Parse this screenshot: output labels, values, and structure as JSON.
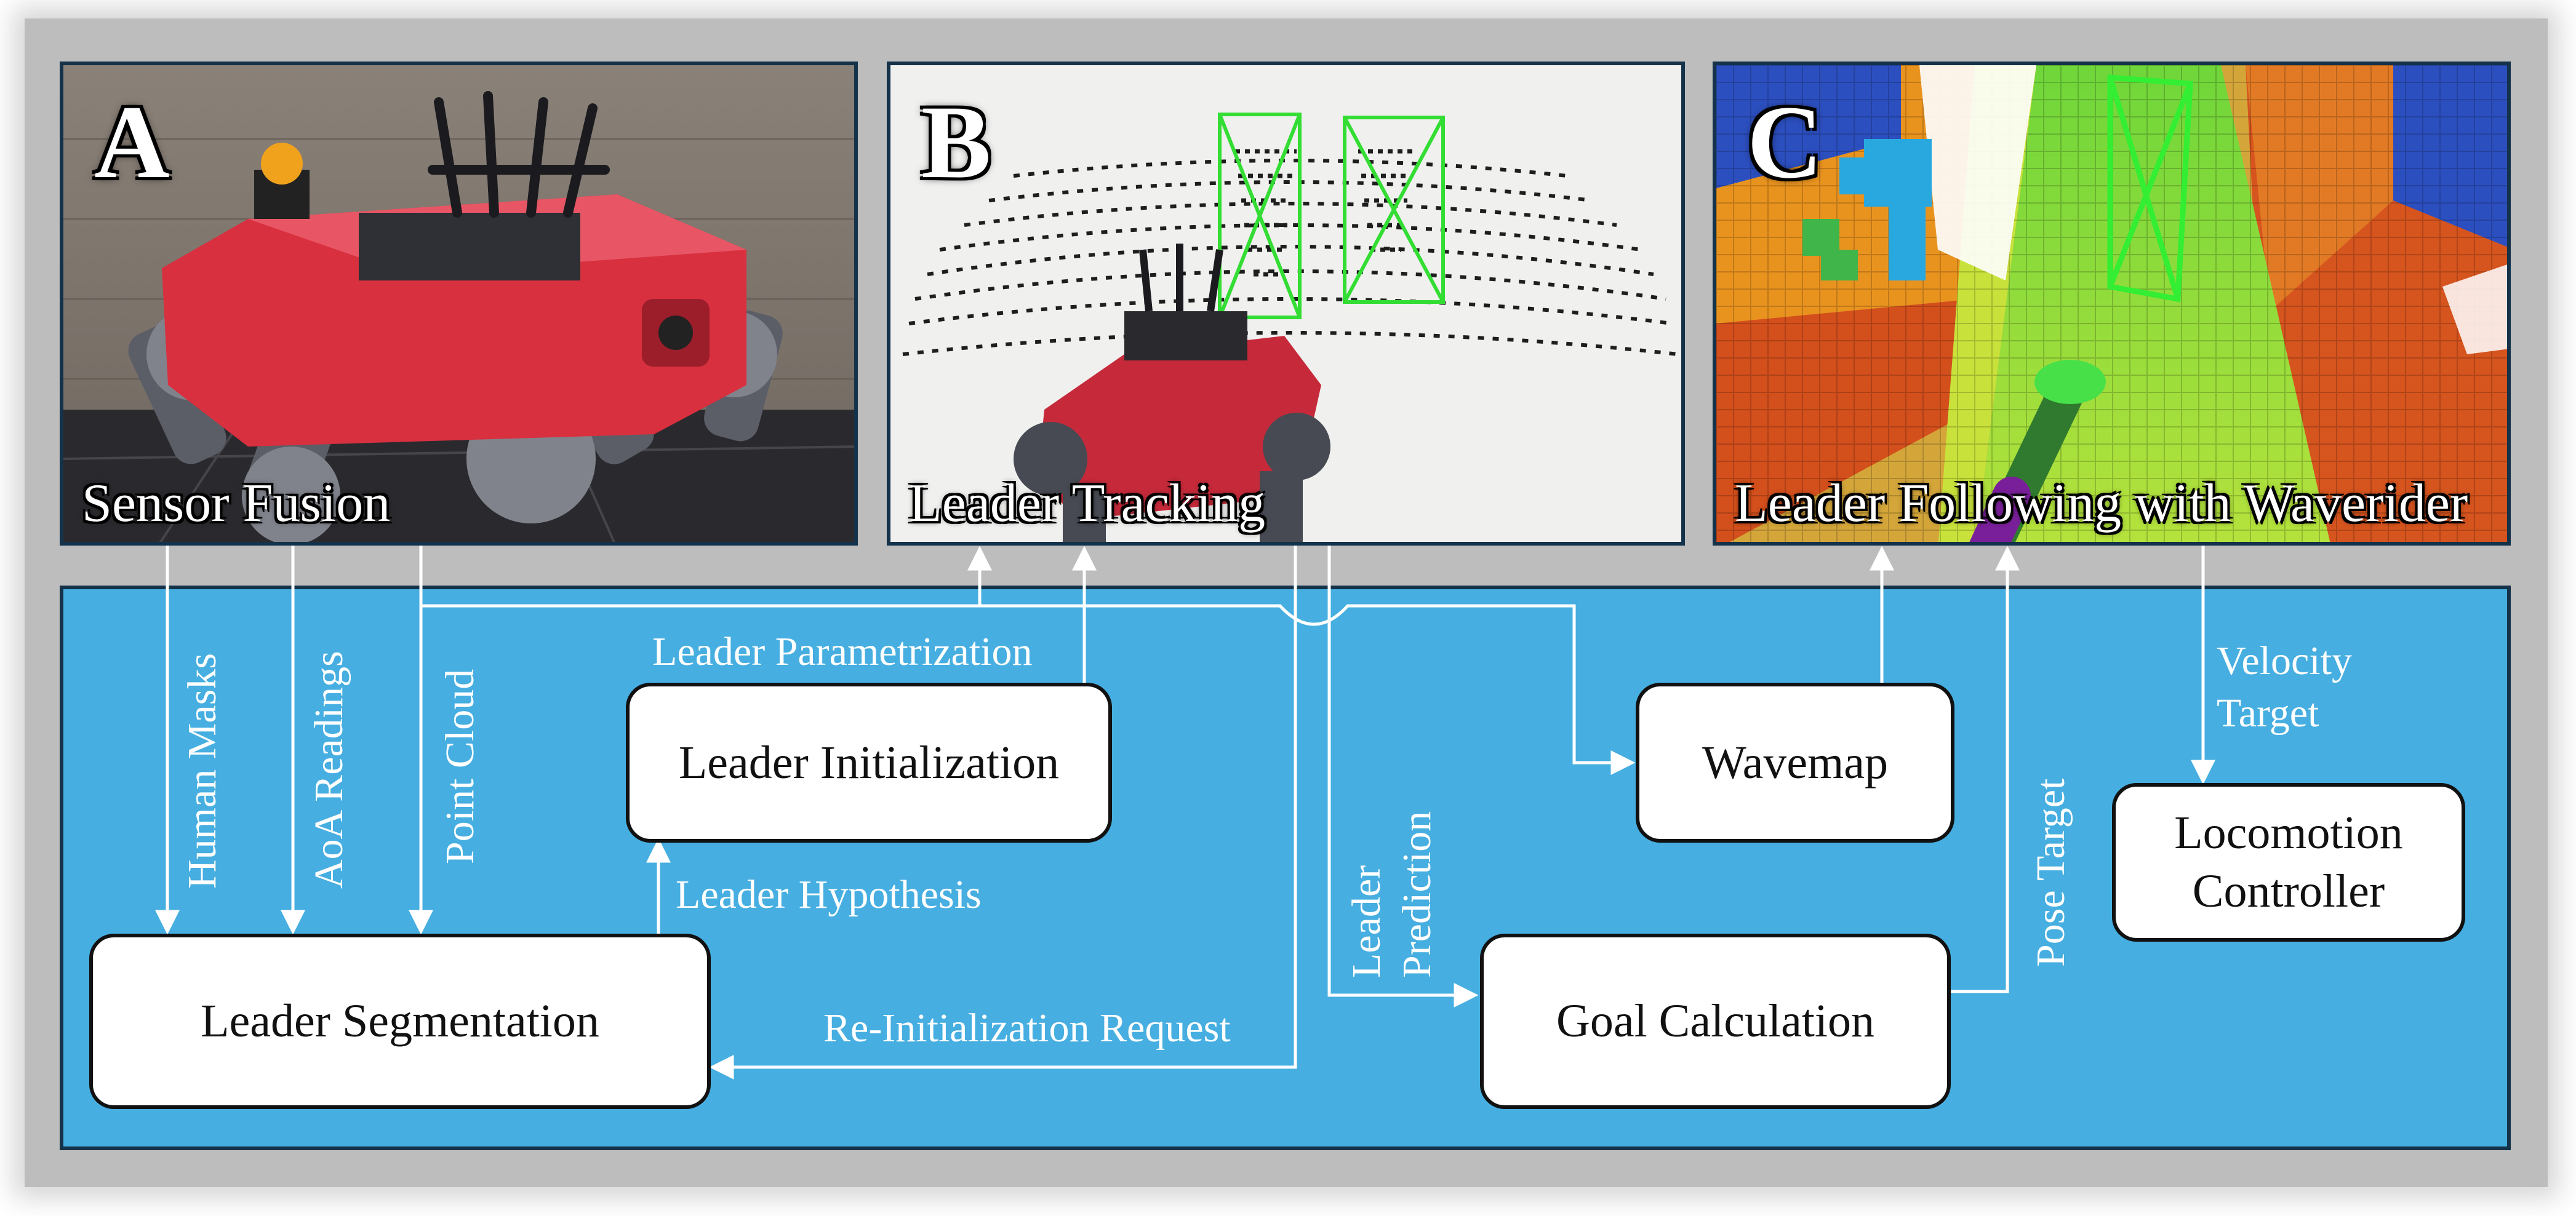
{
  "panels": [
    {
      "letter": "A",
      "caption": "Sensor Fusion"
    },
    {
      "letter": "B",
      "caption": "Leader Tracking"
    },
    {
      "letter": "C",
      "caption": "Leader Following with Waverider"
    }
  ],
  "nodes": {
    "leader_initialization": "Leader Initialization",
    "leader_segmentation": "Leader Segmentation",
    "wavemap": "Wavemap",
    "goal_calculation": "Goal Calculation",
    "locomotion_controller": [
      "Locomotion",
      "Controller"
    ]
  },
  "edge_labels": {
    "human_masks": "Human Masks",
    "aoa_readings": "AoA Readings",
    "point_cloud": "Point Cloud",
    "leader_parametrization": "Leader Parametrization",
    "leader_hypothesis": "Leader Hypothesis",
    "reinitialization_request": "Re-Initialization Request",
    "leader_prediction": [
      "Leader",
      "Prediction"
    ],
    "pose_target": "Pose Target",
    "velocity_target": [
      "Velocity",
      "Target"
    ]
  },
  "colors": {
    "pipeline_background": "#46aee0",
    "frame_background": "#bdbdbd",
    "robot_body": "#d8303f",
    "tracking_box": "#33dd33"
  }
}
